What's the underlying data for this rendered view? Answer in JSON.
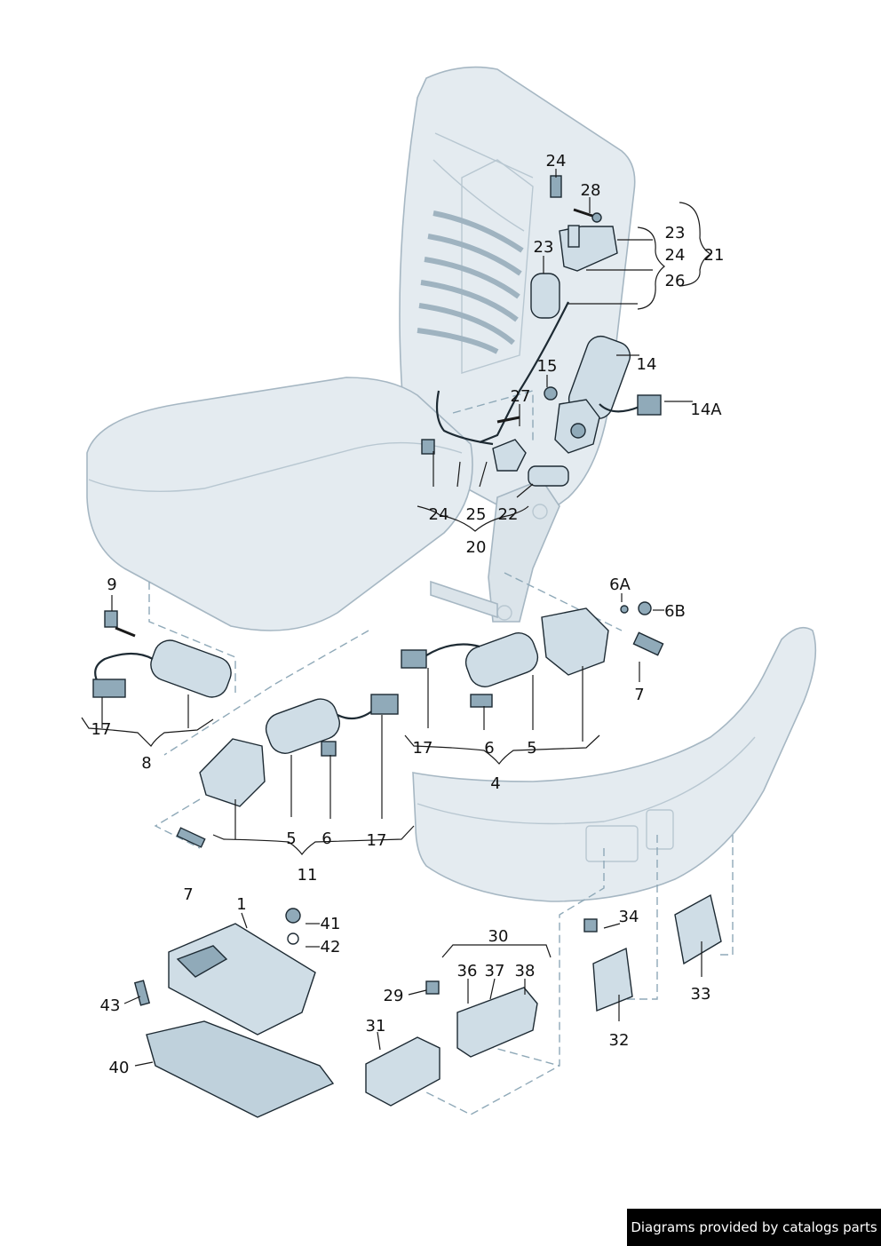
{
  "labels": {
    "l1": "1",
    "l4": "4",
    "l5a": "5",
    "l5b": "5",
    "l6a": "6",
    "l6b": "6",
    "l6A": "6A",
    "l6B": "6B",
    "l7a": "7",
    "l7b": "7",
    "l8": "8",
    "l9": "9",
    "l11": "11",
    "l14": "14",
    "l14A": "14A",
    "l15": "15",
    "l17a": "17",
    "l17b": "17",
    "l17c": "17",
    "l20": "20",
    "l21": "21",
    "l22": "22",
    "l23a": "23",
    "l23b": "23",
    "l24a": "24",
    "l24b": "24",
    "l24c": "24",
    "l25": "25",
    "l26": "26",
    "l27": "27",
    "l28": "28",
    "l29": "29",
    "l30": "30",
    "l31": "31",
    "l32": "32",
    "l33": "33",
    "l34": "34",
    "l36": "36",
    "l37": "37",
    "l38": "38",
    "l40": "40",
    "l41": "41",
    "l42": "42",
    "l43": "43"
  },
  "credit": "Diagrams provided by catalogs parts",
  "colors": {
    "seat_fill": "#e4ebf0",
    "part_fill": "#cfdde6",
    "part_dark": "#90aab9",
    "dash": "#8fa9b8"
  }
}
